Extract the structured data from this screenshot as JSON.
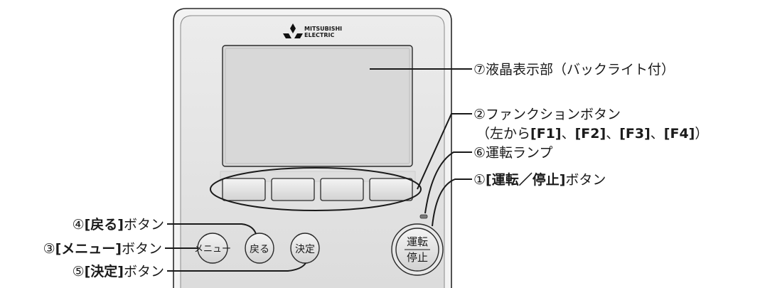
{
  "brand": {
    "name_line1": "MITSUBISHI",
    "name_line2": "ELECTRIC",
    "logo_icon": "three-diamonds-icon"
  },
  "buttons": {
    "menu": "メニュー",
    "back": "戻る",
    "enter": "決定",
    "onoff_line1": "運転",
    "onoff_line2": "停止"
  },
  "callouts": {
    "c7": "⑦液晶表示部（バックライト付）",
    "c2_line1": "②ファンクションボタン",
    "c2_line2_pre": "（左から",
    "c2_f1": "[F1]",
    "c2_sep1": "、",
    "c2_f2": "[F2]",
    "c2_sep2": "、",
    "c2_f3": "[F3]",
    "c2_sep3": "、",
    "c2_f4": "[F4]",
    "c2_line2_post": "）",
    "c6": "⑥運転ランプ",
    "c1_num": "①",
    "c1_bold": "[運転／停止]",
    "c1_rest": "ボタン",
    "c4_num": "④",
    "c4_bold": "[戻る]",
    "c4_rest": "ボタン",
    "c3_num": "③",
    "c3_bold": "[メニュー]",
    "c3_rest": "ボタン",
    "c5_num": "⑤",
    "c5_bold": "[決定]",
    "c5_rest": "ボタン"
  },
  "colors": {
    "panel": "#e3e3e3",
    "screen": "#d9d9d9",
    "line": "#1a1a1a"
  }
}
